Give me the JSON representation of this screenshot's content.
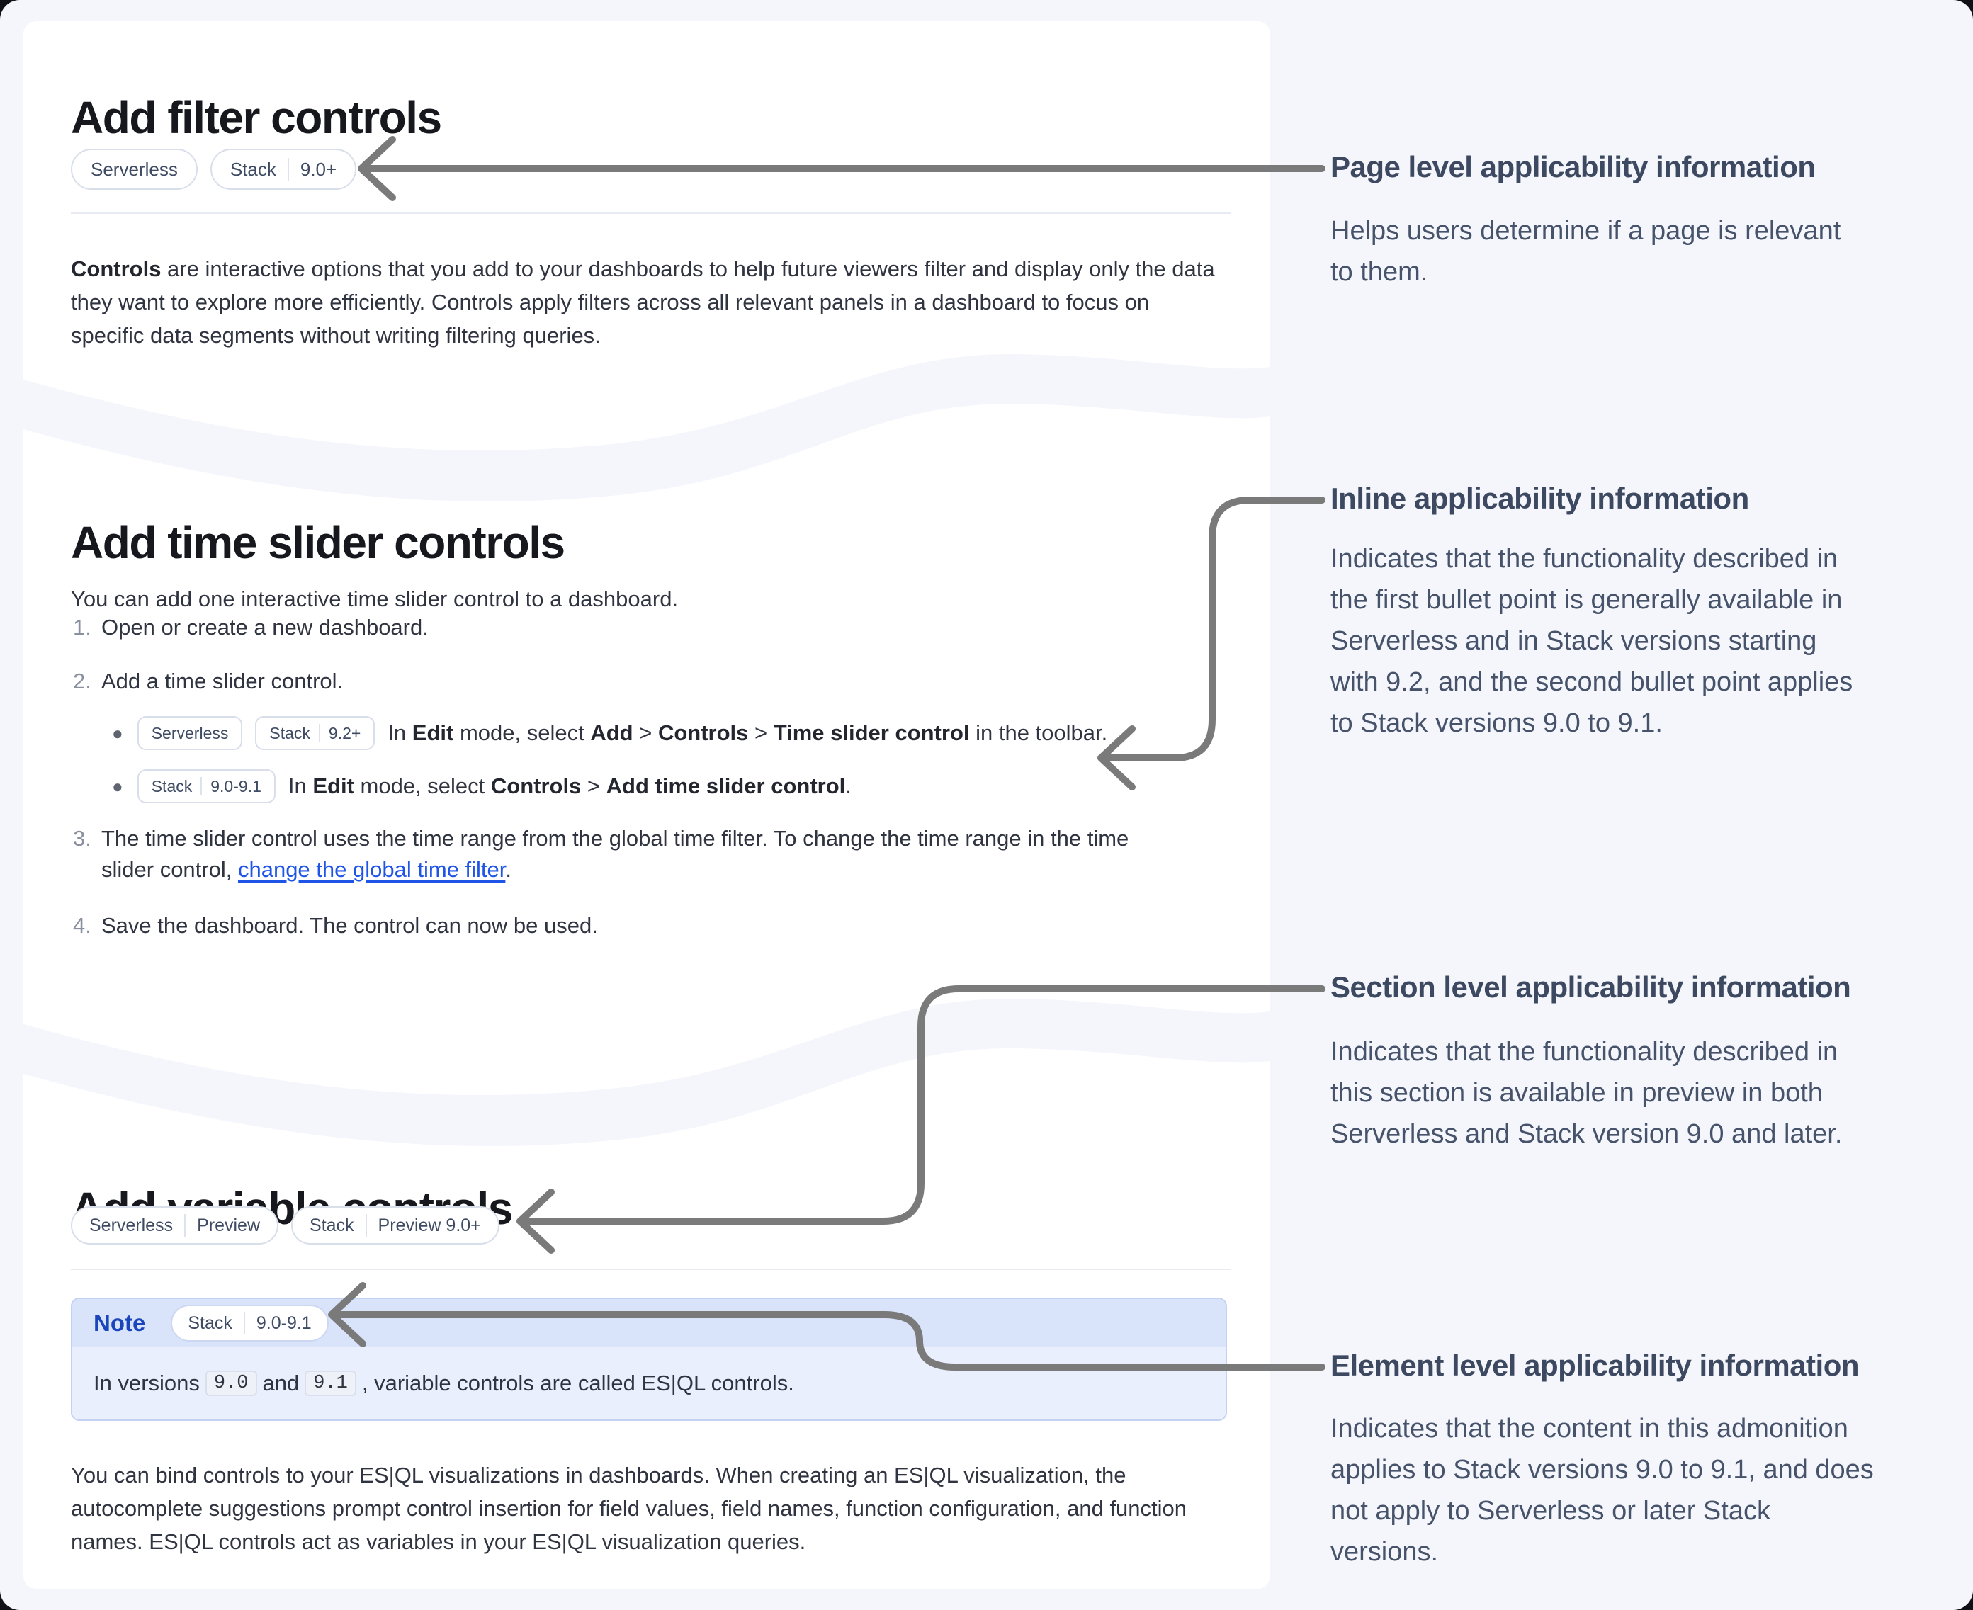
{
  "colors": {
    "page_background": "#f4f6fb",
    "card_background": "#ffffff",
    "arrow": "#7a7a7a",
    "link_blue": "#1f55e6",
    "note_blue": "#1b46bb",
    "note_header_bg": "#d9e4fb",
    "note_body_bg": "#e9effc"
  },
  "card_filter": {
    "title": "Add filter controls",
    "badge_serverless": "Serverless",
    "badge_stack_product": "Stack",
    "badge_stack_version": "9.0+",
    "para_bold": "Controls",
    "para_rest": " are interactive options that you add to your dashboards to help future viewers filter and display only the data they want to explore more efficiently. Controls apply filters across all relevant panels in a dashboard to focus on specific data segments without writing filtering queries."
  },
  "card_time": {
    "title": "Add time slider controls",
    "intro": "You can add one interactive time slider control to a dashboard.",
    "step1_num": "1.",
    "step1": "Open or create a new dashboard.",
    "step2_num": "2.",
    "step2": "Add a time slider control.",
    "bullet1": {
      "badge1": "Serverless",
      "badge2_product": "Stack",
      "badge2_version": "9.2+",
      "t1": "In ",
      "b1": "Edit",
      "t2": " mode, select ",
      "b2": "Add",
      "t3": " > ",
      "b3": "Controls",
      "t4": " > ",
      "b4": "Time slider control",
      "t5": " in the toolbar."
    },
    "bullet2": {
      "badge_product": "Stack",
      "badge_version": "9.0-9.1",
      "t1": "In ",
      "b1": "Edit",
      "t2": " mode, select ",
      "b2": "Controls",
      "t3": " > ",
      "b4": "Add time slider control",
      "t5": "."
    },
    "step3_num": "3.",
    "step3_t1": "The time slider control uses the time range from the global time filter. To change the time range in the time slider control, ",
    "step3_link": "change the global time filter",
    "step3_t2": ".",
    "step4_num": "4.",
    "step4": "Save the dashboard. The control can now be used."
  },
  "card_variable": {
    "title": "Add variable controls",
    "badge1_product": "Serverless",
    "badge1_lifecycle": "Preview",
    "badge2_product": "Stack",
    "badge2_lifecycle": "Preview 9.0+",
    "note_label": "Note",
    "note_badge_product": "Stack",
    "note_badge_version": "9.0-9.1",
    "note_t1": "In versions ",
    "note_code1": "9.0",
    "note_t2": " and ",
    "note_code2": "9.1",
    "note_t3": ", variable controls are called ES|QL controls.",
    "para": "You can bind controls to your ES|QL visualizations in dashboards. When creating an ES|QL visualization, the autocomplete suggestions prompt control insertion for field values, field names, function configuration, and function names. ES|QL controls act as variables in your ES|QL visualization queries."
  },
  "annotations": {
    "page_level": {
      "title": "Page level applicability information",
      "body": [
        "Helps users determine if a page is relevant",
        "to them."
      ]
    },
    "inline": {
      "title": "Inline applicability information",
      "body": [
        "Indicates that the functionality described in",
        "the first bullet point is generally available in",
        "Serverless and in Stack versions starting",
        "with 9.2, and the second bullet point applies",
        "to Stack versions 9.0 to 9.1."
      ]
    },
    "section": {
      "title": "Section level applicability information",
      "body": [
        "Indicates that the functionality described in",
        "this section is available in preview in both",
        "Serverless and Stack version 9.0 and later."
      ]
    },
    "element": {
      "title": "Element level applicability information",
      "body": [
        "Indicates that the content in this admonition",
        "applies to Stack versions 9.0 to 9.1, and does",
        "not apply to Serverless or later Stack",
        "versions."
      ]
    }
  }
}
